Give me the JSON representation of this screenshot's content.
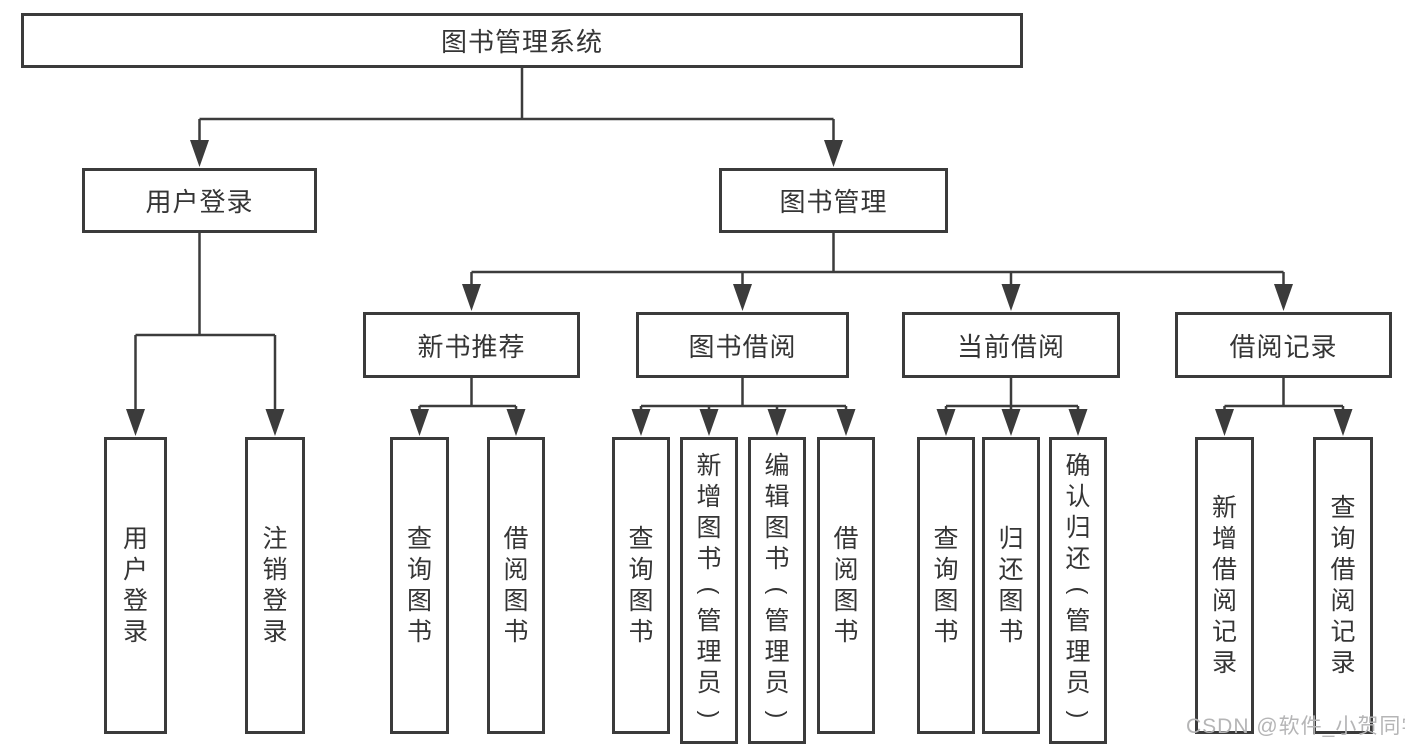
{
  "diagram": {
    "title": "图书管理系统",
    "branches": [
      {
        "label": "用户登录",
        "leaves": [
          "用户登录",
          "注销登录"
        ]
      },
      {
        "label": "图书管理",
        "groups": [
          {
            "label": "新书推荐",
            "leaves": [
              "查询图书",
              "借阅图书"
            ]
          },
          {
            "label": "图书借阅",
            "leaves": [
              "查询图书",
              "新增图书（管理员）",
              "编辑图书（管理员）",
              "借阅图书"
            ]
          },
          {
            "label": "当前借阅",
            "leaves": [
              "查询图书",
              "归还图书",
              "确认归还（管理员）"
            ]
          },
          {
            "label": "借阅记录",
            "leaves": [
              "新增借阅记录",
              "查询借阅记录"
            ]
          }
        ]
      }
    ]
  },
  "watermark": "CSDN @软件_小贺同学",
  "colors": {
    "box_border": "#3b3b3b",
    "connector_line": "#3c3c3c",
    "text": "#353535",
    "watermark_text": "#b5b5b6",
    "background": "#ffffff"
  }
}
